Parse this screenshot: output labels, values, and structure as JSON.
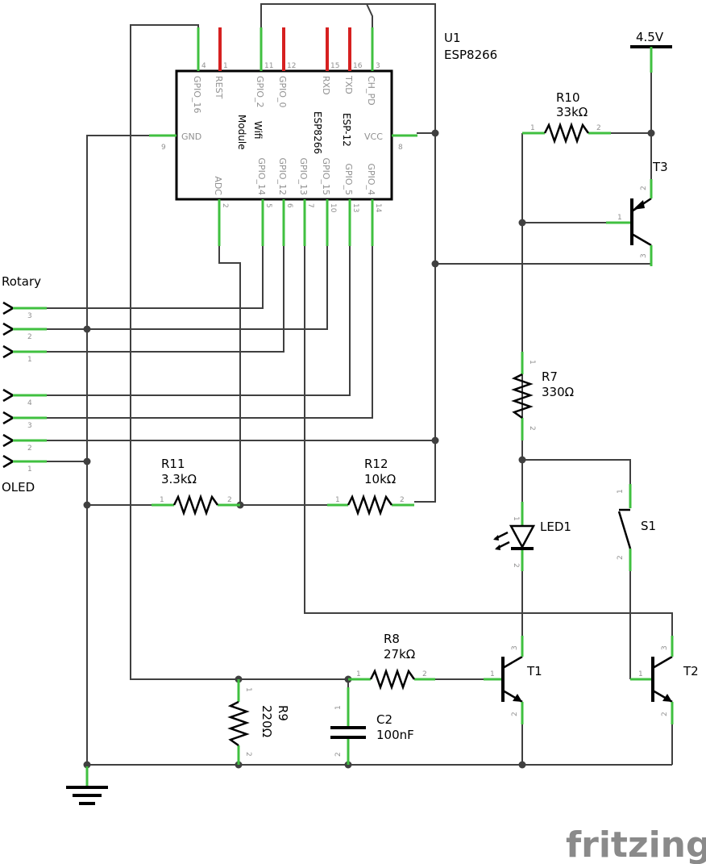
{
  "u1": {
    "ref": "U1",
    "value": "ESP8266",
    "module_line1": "Wifi",
    "module_line2": "Module",
    "chip_line1": "ESP8266",
    "chip_line2": "ESP-12",
    "pins": {
      "gpio16": {
        "name": "GPIO_16",
        "num": "4"
      },
      "rest": {
        "name": "REST",
        "num": "1"
      },
      "gpio2": {
        "name": "GPIO_2",
        "num": "11"
      },
      "gpio0": {
        "name": "GPIO_0",
        "num": "12"
      },
      "rxd": {
        "name": "RXD",
        "num": "15"
      },
      "txd": {
        "name": "TXD",
        "num": "16"
      },
      "chpd": {
        "name": "CH_PD",
        "num": "3"
      },
      "gnd": {
        "name": "GND",
        "num": "9"
      },
      "vcc": {
        "name": "VCC",
        "num": "8"
      },
      "adc": {
        "name": "ADC",
        "num": "2"
      },
      "gpio14": {
        "name": "GPIO_14",
        "num": "5"
      },
      "gpio12": {
        "name": "GPIO_12",
        "num": "6"
      },
      "gpio13": {
        "name": "GPIO_13",
        "num": "7"
      },
      "gpio15": {
        "name": "GPIO_15",
        "num": "10"
      },
      "gpio5": {
        "name": "GPIO_5",
        "num": "13"
      },
      "gpio4": {
        "name": "GPIO_4",
        "num": "14"
      }
    }
  },
  "rotary": {
    "label": "Rotary",
    "pins": [
      "3",
      "2",
      "1"
    ]
  },
  "oled": {
    "label": "OLED",
    "pins": [
      "4",
      "3",
      "2",
      "1"
    ]
  },
  "r10": {
    "ref": "R10",
    "value": "33kΩ"
  },
  "r7": {
    "ref": "R7",
    "value": "330Ω"
  },
  "r11": {
    "ref": "R11",
    "value": "3.3kΩ"
  },
  "r12": {
    "ref": "R12",
    "value": "10kΩ"
  },
  "r8": {
    "ref": "R8",
    "value": "27kΩ"
  },
  "r9": {
    "ref": "R9",
    "value": "220Ω"
  },
  "c2": {
    "ref": "C2",
    "value": "100nF"
  },
  "t1": {
    "ref": "T1"
  },
  "t2": {
    "ref": "T2"
  },
  "t3": {
    "ref": "T3"
  },
  "led1": {
    "ref": "LED1"
  },
  "s1": {
    "ref": "S1"
  },
  "supply": {
    "label": "4.5V"
  },
  "pin_numbers": {
    "one": "1",
    "two": "2",
    "three": "3"
  },
  "brand": "fritzing"
}
